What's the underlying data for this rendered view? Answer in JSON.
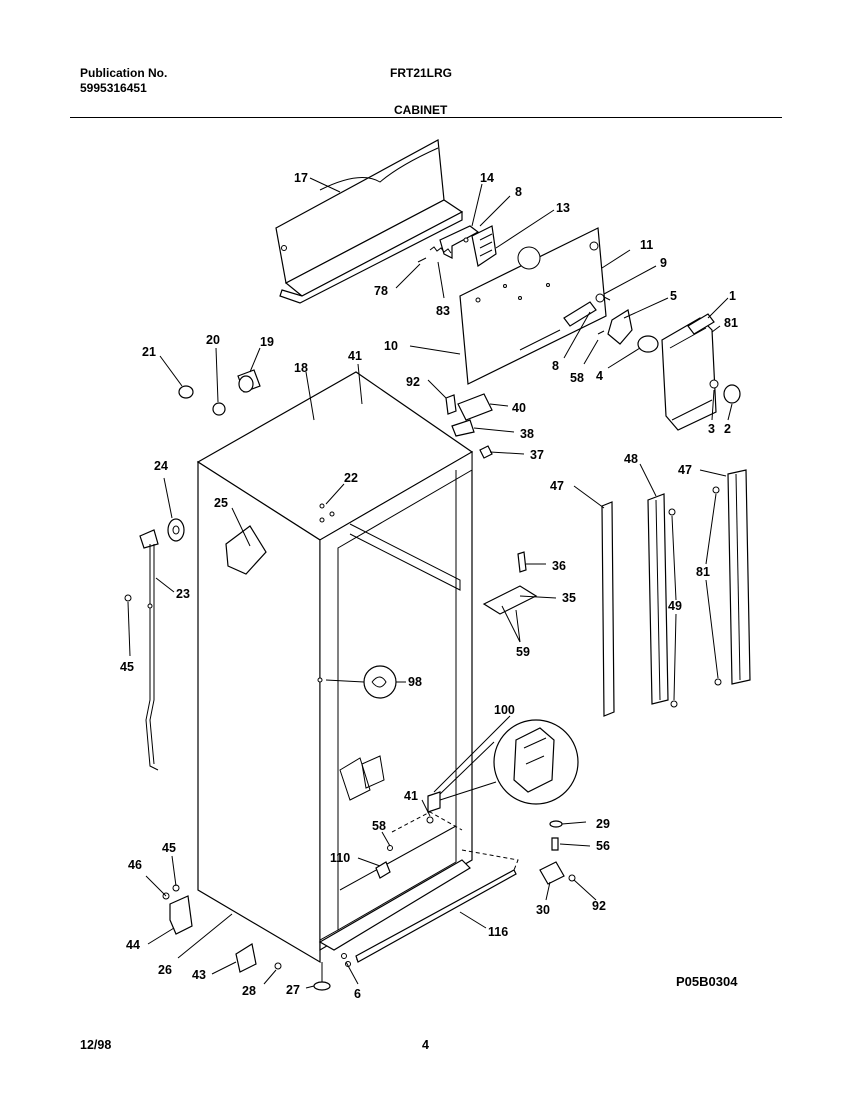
{
  "header": {
    "publication_label": "Publication No.",
    "publication_number": "5995316451",
    "model": "FRT21LRG",
    "section_title": "CABINET"
  },
  "footer": {
    "date": "12/98",
    "page_number": "4",
    "diagram_code": "P05B0304"
  },
  "callouts": [
    "17",
    "14",
    "8",
    "13",
    "78",
    "83",
    "11",
    "9",
    "5",
    "1",
    "81",
    "10",
    "8",
    "58",
    "4",
    "3",
    "2",
    "21",
    "20",
    "19",
    "18",
    "41",
    "92",
    "40",
    "38",
    "37",
    "24",
    "22",
    "25",
    "23",
    "45",
    "47",
    "48",
    "47",
    "81",
    "49",
    "36",
    "35",
    "59",
    "98",
    "100",
    "41",
    "58",
    "110",
    "29",
    "56",
    "92",
    "30",
    "46",
    "45",
    "44",
    "26",
    "43",
    "28",
    "27",
    "6",
    "116"
  ]
}
